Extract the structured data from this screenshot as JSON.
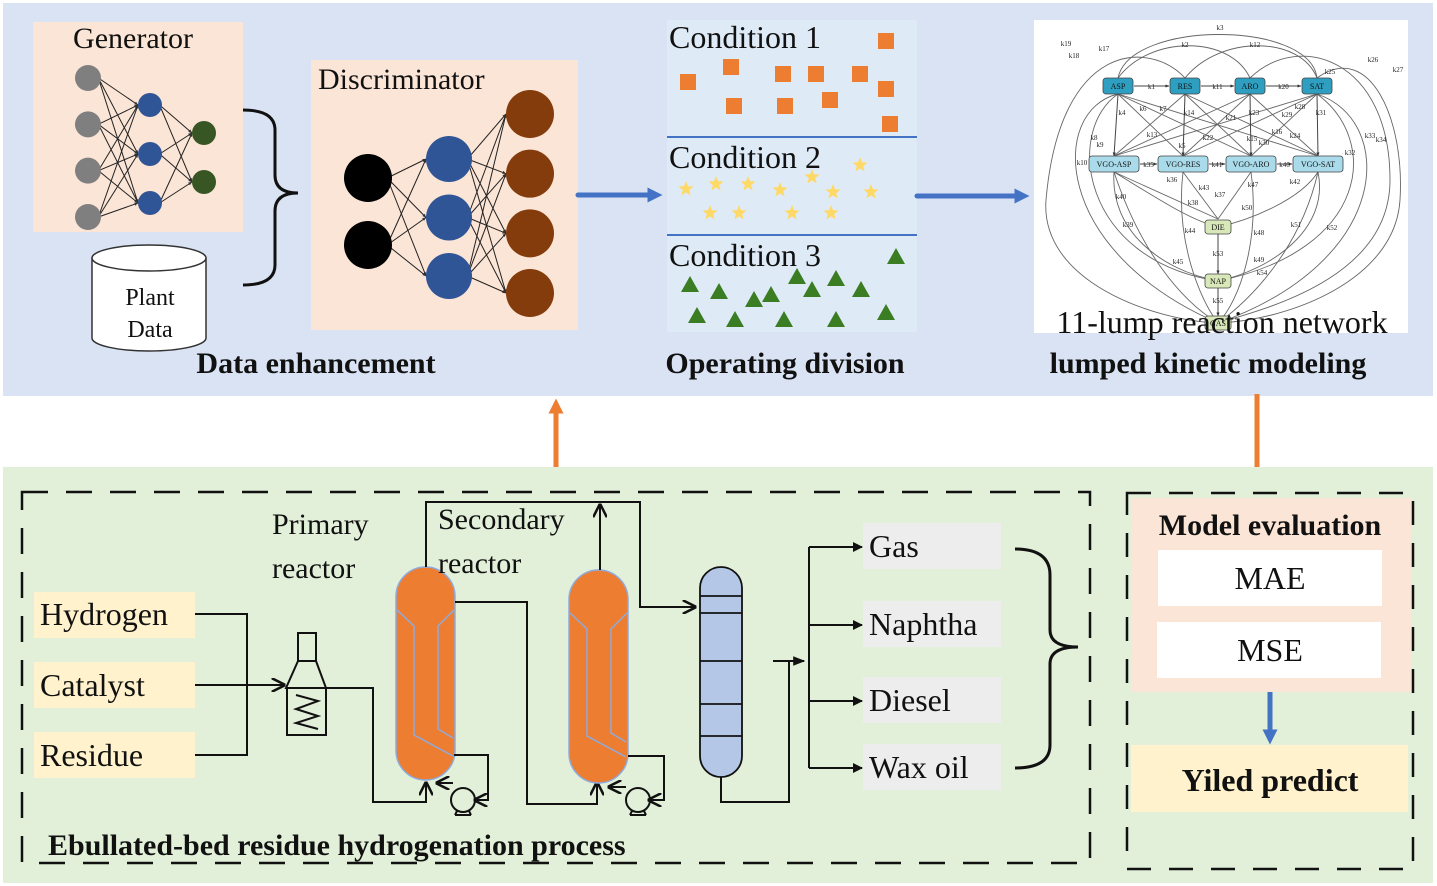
{
  "top_panel": {
    "data_enhancement": {
      "caption": "Data enhancement",
      "generator": {
        "title": "Generator",
        "layers": [
          4,
          3,
          2
        ]
      },
      "plant_data": {
        "line1": "Plant",
        "line2": "Data"
      },
      "discriminator": {
        "title": "Discriminator",
        "layers": [
          2,
          3,
          4
        ]
      }
    },
    "operating_division": {
      "caption": "Operating division",
      "conditions": [
        {
          "label": "Condition 1",
          "marker": "square",
          "color": "#ED7D31"
        },
        {
          "label": "Condition 2",
          "marker": "star",
          "color": "#FFD966"
        },
        {
          "label": "Condition 3",
          "marker": "triangle",
          "color": "#3B7D23"
        }
      ]
    },
    "kinetic_modeling": {
      "caption": "lumped kinetic modeling",
      "network_title": "11-lump reaction network",
      "nodes_top": [
        "ASP",
        "RES",
        "ARO",
        "SAT"
      ],
      "nodes_vgo": [
        "VGO-ASP",
        "VGO-RES",
        "VGO-ARO",
        "VGO-SAT"
      ],
      "nodes_products": [
        "DIE",
        "NAP",
        "GAS"
      ],
      "edge_labels_top": [
        "k1",
        "k11",
        "k20"
      ],
      "edge_labels_vgo": [
        "k35",
        "k41",
        "k46"
      ],
      "edge_labels_vertical": [
        "k4",
        "k14",
        "k23",
        "k31",
        "k53",
        "k55"
      ],
      "edge_labels_misc": [
        "k2",
        "k3",
        "k12",
        "k17",
        "k18",
        "k19",
        "k25",
        "k26",
        "k27",
        "k5",
        "k6",
        "k7",
        "k8",
        "k9",
        "k10",
        "k13",
        "k15",
        "k16",
        "k21",
        "k22",
        "k24",
        "k28",
        "k29",
        "k30",
        "k32",
        "k33",
        "k34",
        "k36",
        "k37",
        "k38",
        "k39",
        "k40",
        "k42",
        "k43",
        "k44",
        "k45",
        "k47",
        "k48",
        "k49",
        "k50",
        "k51",
        "k52",
        "k54"
      ]
    }
  },
  "bottom_panel": {
    "process": {
      "caption": "Ebullated-bed residue hydrogenation process",
      "feeds": [
        "Hydrogen",
        "Catalyst",
        "Residue"
      ],
      "primary_reactor": {
        "line1": "Primary",
        "line2": "reactor"
      },
      "secondary_reactor": {
        "line1": "Secondary",
        "line2": "reactor"
      },
      "products": [
        "Gas",
        "Naphtha",
        "Diesel",
        "Wax oil"
      ]
    },
    "evaluation": {
      "title": "Model evaluation",
      "metrics": [
        "MAE",
        "MSE"
      ],
      "result": "Yiled predict"
    }
  },
  "colors": {
    "top_bg": "#DAE3F3",
    "bottom_bg": "#E2F0D9",
    "peach": "#FBE5D6",
    "cream": "#FFF2CC",
    "condition_bg": "#DEEBF7",
    "orange": "#ED7D31",
    "blue_arrow": "#4472C4",
    "gray_box": "#EDEDED"
  }
}
